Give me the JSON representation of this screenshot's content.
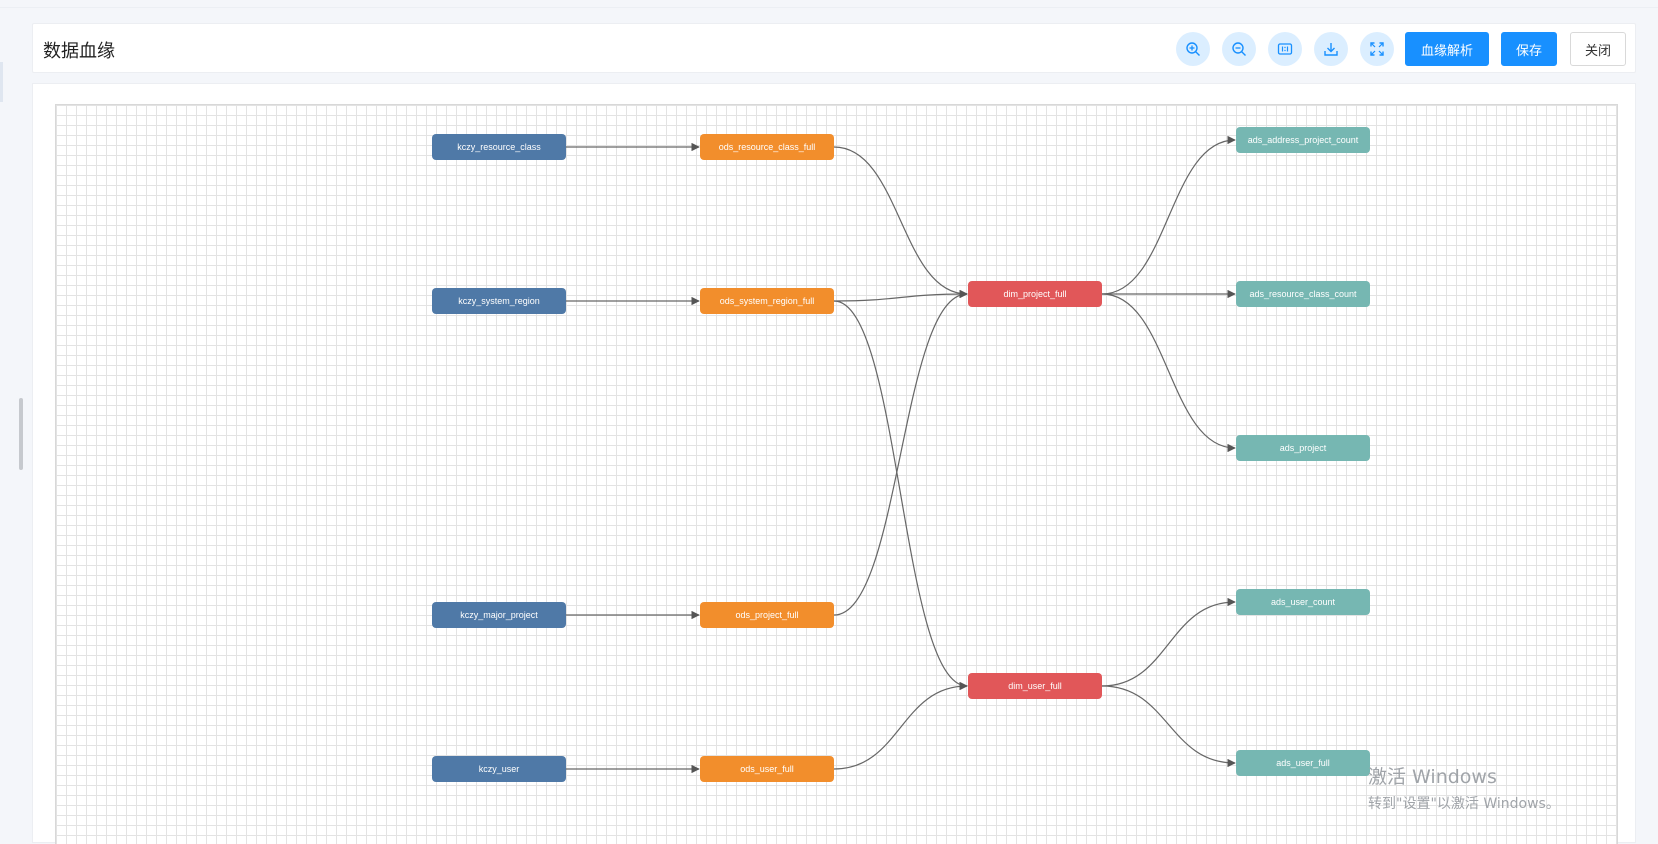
{
  "page": {
    "title": "数据血缘"
  },
  "toolbar": {
    "zoom_in_icon": "zoom-in-icon",
    "zoom_out_icon": "zoom-out-icon",
    "actual_size_icon": "actual-size-icon",
    "download_icon": "download-icon",
    "fullscreen_icon": "fullscreen-icon",
    "analyze_label": "血缘解析",
    "save_label": "保存",
    "close_label": "关闭",
    "accent_color": "#1890ff",
    "icon_bg_color": "#dbeeff"
  },
  "graph": {
    "node_colors": {
      "source": "#4f79a7",
      "ods": "#f28e2c",
      "dim": "#e15759",
      "ads": "#76b7b2"
    },
    "nodes": {
      "kczy_resource_class": "kczy_resource_class",
      "kczy_system_region": "kczy_system_region",
      "kczy_major_project": "kczy_major_project",
      "kczy_user": "kczy_user",
      "ods_resource_class_full": "ods_resource_class_full",
      "ods_system_region_full": "ods_system_region_full",
      "ods_project_full": "ods_project_full",
      "ods_user_full": "ods_user_full",
      "dim_project_full": "dim_project_full",
      "dim_user_full": "dim_user_full",
      "ads_address_project_count": "ads_address_project_count",
      "ads_resource_class_count": "ads_resource_class_count",
      "ads_project": "ads_project",
      "ads_user_count": "ads_user_count",
      "ads_user_full": "ads_user_full"
    },
    "edges": [
      [
        "kczy_resource_class",
        "ods_resource_class_full"
      ],
      [
        "kczy_system_region",
        "ods_system_region_full"
      ],
      [
        "kczy_major_project",
        "ods_project_full"
      ],
      [
        "kczy_user",
        "ods_user_full"
      ],
      [
        "ods_resource_class_full",
        "dim_project_full"
      ],
      [
        "ods_system_region_full",
        "dim_project_full"
      ],
      [
        "ods_project_full",
        "dim_project_full"
      ],
      [
        "ods_system_region_full",
        "dim_user_full"
      ],
      [
        "ods_user_full",
        "dim_user_full"
      ],
      [
        "dim_project_full",
        "ads_address_project_count"
      ],
      [
        "dim_project_full",
        "ads_resource_class_count"
      ],
      [
        "dim_project_full",
        "ads_project"
      ],
      [
        "dim_user_full",
        "ads_user_count"
      ],
      [
        "dim_user_full",
        "ads_user_full"
      ]
    ]
  },
  "watermark": {
    "title": "激活 Windows",
    "subtitle": "转到\"设置\"以激活 Windows。"
  }
}
